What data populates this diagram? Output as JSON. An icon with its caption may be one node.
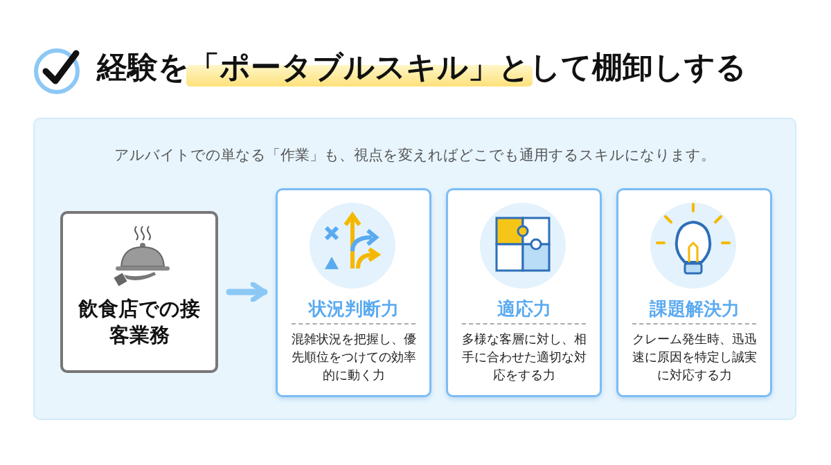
{
  "diagram": {
    "title": "経験を「ポータブルスキル」として棚卸しする",
    "nodes": [
      {
        "text": [
          "アルバイトでの単なる「作業」も、視点を変えればどこでも通用するスキルになります。"
        ]
      },
      {
        "text": [
          "飲食店での接客業務"
        ],
        "in": 0
      },
      {
        "text": [
          "状況判断力",
          "混雑状況を把握し、優先順位をつけての効率的に動く力"
        ],
        "in": 0
      },
      {
        "text": [
          "適応力",
          "多様な客層に対し、相手に合わせた適切な対応をする力"
        ],
        "in": 0
      },
      {
        "text": [
          "課題解決力",
          "クレーム発生時、迅迅速に原因を特定し誠実に対応する力"
        ],
        "in": 0
      }
    ],
    "edges": [
      {
        "from": 1,
        "to": 2,
        "arrow": "to"
      }
    ]
  }
}
